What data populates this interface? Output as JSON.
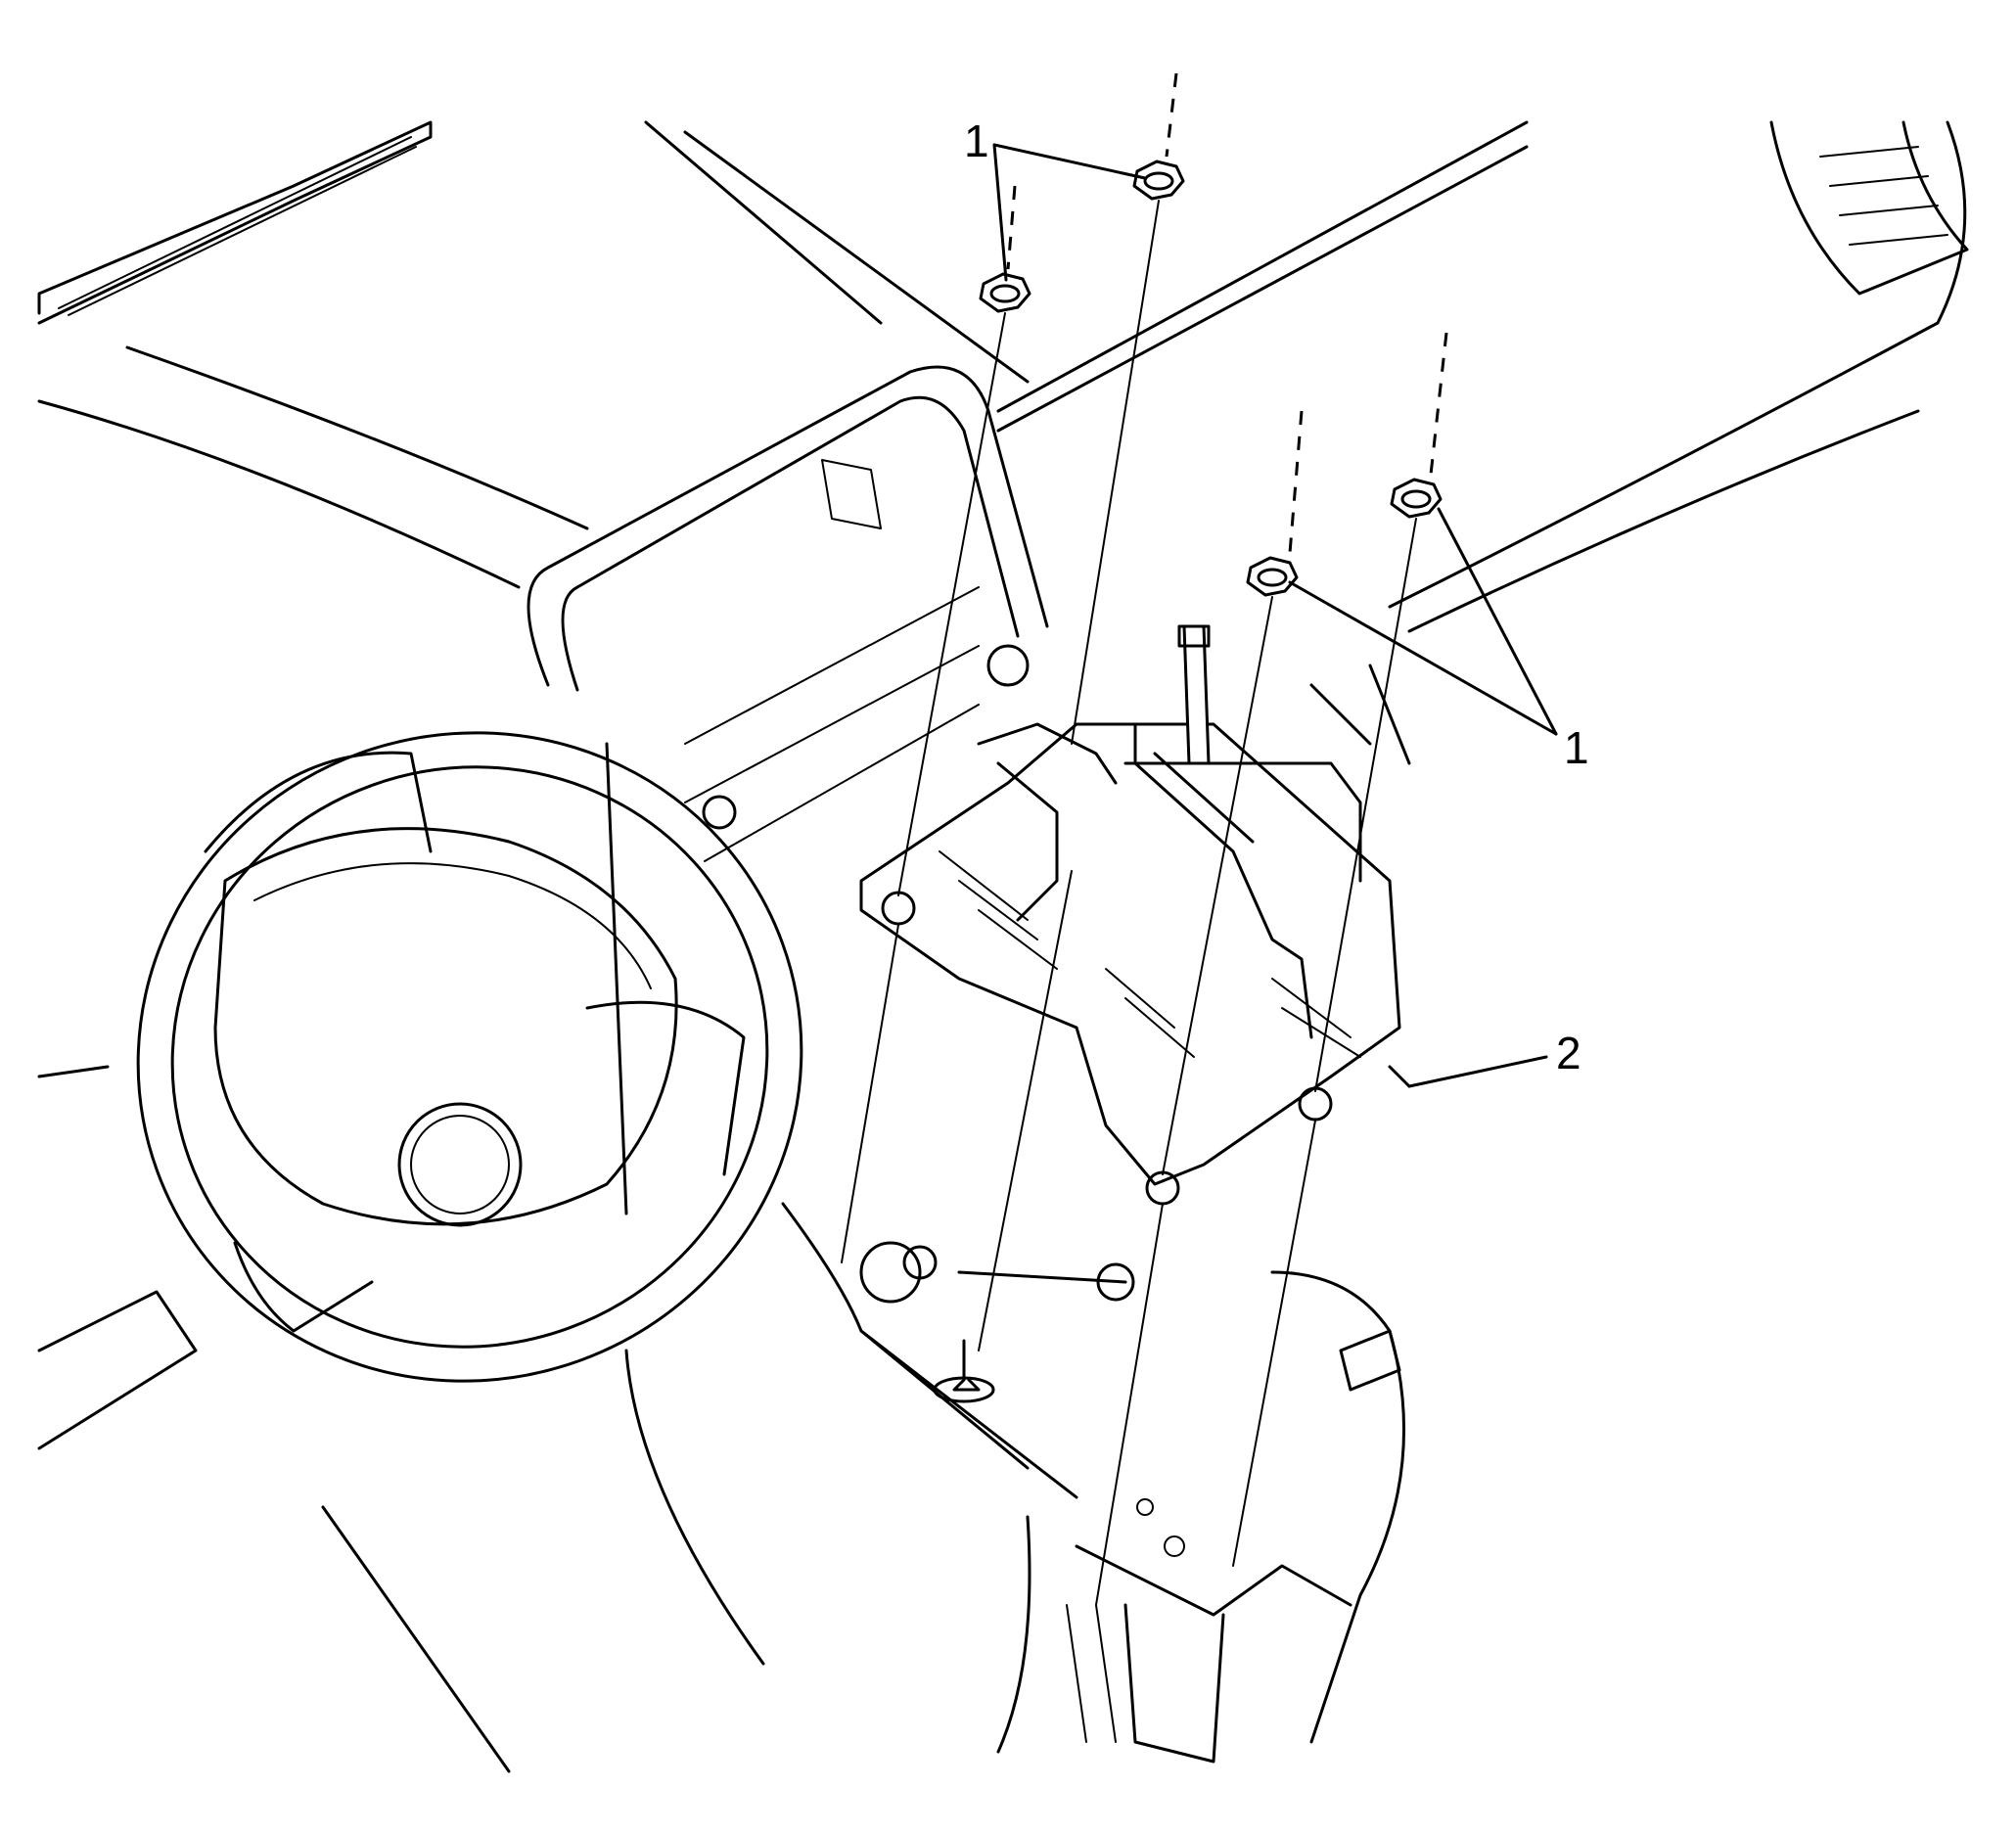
{
  "callouts": [
    {
      "id": "callout-1-top",
      "label": "1",
      "part": "nut"
    },
    {
      "id": "callout-1-right",
      "label": "1",
      "part": "nut"
    },
    {
      "id": "callout-2",
      "label": "2",
      "part": "shifter-assembly"
    }
  ]
}
